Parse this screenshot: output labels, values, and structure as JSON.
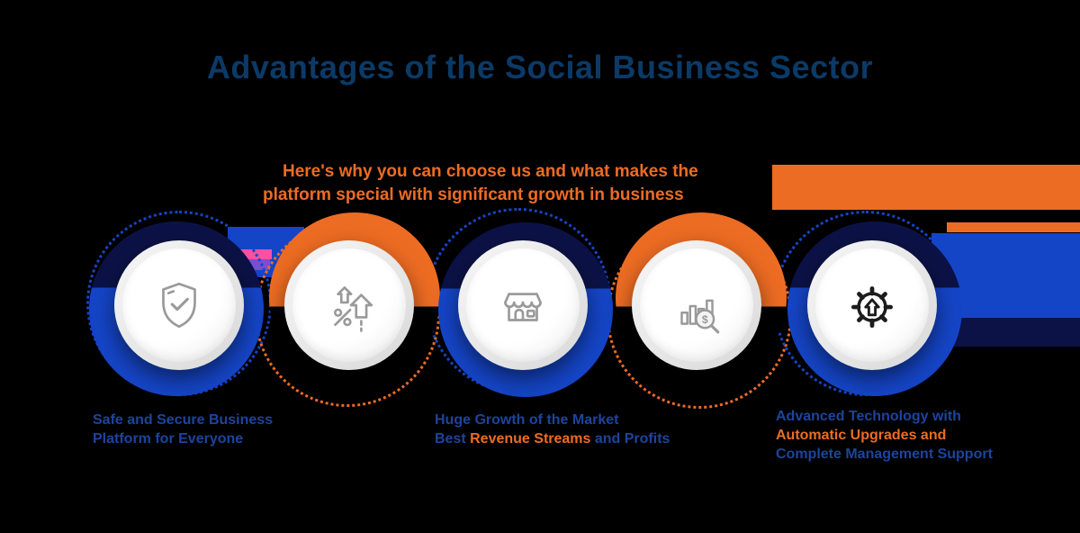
{
  "title": {
    "text": "Advantages of the Social Business Sector",
    "color": "#0b3a67"
  },
  "subtitle": {
    "line1": "Here's why you can choose us and what makes the",
    "line2": "platform special with significant growth in business",
    "color": "#ed6c23"
  },
  "colors": {
    "background": "#000000",
    "accent_orange": "#ed6c23",
    "accent_blue": "#1545c7",
    "dark_navy": "#0c1246",
    "label_blue": "#1d449e",
    "icon_gray": "#9a9a9a",
    "fragment_pink": "#ff4fa0",
    "fragment_purple": "#7a4fd0"
  },
  "items": [
    {
      "icon": "shield-check-icon",
      "ring_color": "blue"
    },
    {
      "icon": "growth-percent-icon",
      "ring_color": "orange"
    },
    {
      "icon": "storefront-icon",
      "ring_color": "blue"
    },
    {
      "icon": "market-analysis-icon",
      "ring_color": "orange"
    },
    {
      "icon": "gear-upgrade-icon",
      "ring_color": "blue"
    }
  ],
  "labels": [
    {
      "line1": "Safe and Secure Business",
      "line2": "Platform for Everyone"
    },
    {
      "line1": "Huge Growth of the Market",
      "line2_blue_a": "Best ",
      "line2_orange": "Revenue Streams",
      "line2_blue_b": " and Profits"
    },
    {
      "line1": "Advanced Technology with",
      "line2": "Automatic Upgrades and",
      "line3": "Complete Management Support"
    }
  ]
}
